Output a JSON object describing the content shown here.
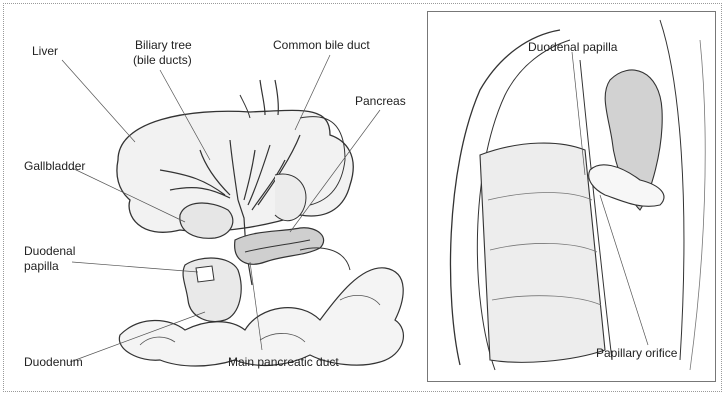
{
  "labels": {
    "liver": "Liver",
    "biliary_tree": "Biliary tree",
    "bile_ducts": "(bile ducts)",
    "common_bile_duct": "Common bile duct",
    "pancreas": "Pancreas",
    "gallbladder": "Gallbladder",
    "duodenal_papilla_left_1": "Duodenal",
    "duodenal_papilla_left_2": "papilla",
    "duodenum": "Duodenum",
    "main_pancreatic_duct": "Main pancreatic duct",
    "duodenal_papilla_right": "Duodenal papilla",
    "papillary_orifice": "Papillary orifice"
  },
  "colors": {
    "line": "#333333",
    "leader": "#555555",
    "shade": "#cfcfcf"
  }
}
